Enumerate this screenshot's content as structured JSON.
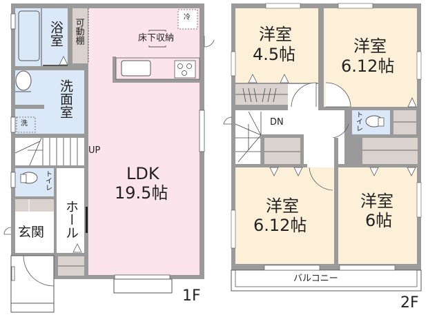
{
  "colors": {
    "wall": "#9a9a9a",
    "wall_dark": "#7f7f7f",
    "ldk_fill": "#fbe4ec",
    "western_room_fill": "#fdf0d8",
    "wet_area_fill": "#dbe8f7",
    "storage_fill": "#d9d2ce",
    "hall_fill": "#ffffff",
    "line": "#444444"
  },
  "floor1": {
    "label": "1F",
    "rooms": {
      "bath": {
        "label": "浴室"
      },
      "movable_shelf": {
        "label": "可動棚"
      },
      "washroom": {
        "label": "洗面室"
      },
      "washer": {
        "label": "洗"
      },
      "fridge": {
        "label": "冷"
      },
      "underfloor_storage": {
        "label": "床下収納"
      },
      "ldk": {
        "name": "LDK",
        "size": "19.5帖"
      },
      "stairs_up": {
        "label": "UP"
      },
      "toilet": {
        "label": "トイレ"
      },
      "hall": {
        "label": "ホール"
      },
      "entrance": {
        "label": "玄関"
      }
    }
  },
  "floor2": {
    "label": "2F",
    "rooms": {
      "room_nw": {
        "name": "洋室",
        "size": "4.5帖"
      },
      "room_ne": {
        "name": "洋室",
        "size": "6.12帖"
      },
      "room_sw": {
        "name": "洋室",
        "size": "6.12帖"
      },
      "room_se": {
        "name": "洋室",
        "size": "6帖"
      },
      "stairs_down": {
        "label": "DN"
      },
      "toilet": {
        "label": "トイレ"
      },
      "balcony": {
        "label": "バルコニー"
      }
    }
  }
}
